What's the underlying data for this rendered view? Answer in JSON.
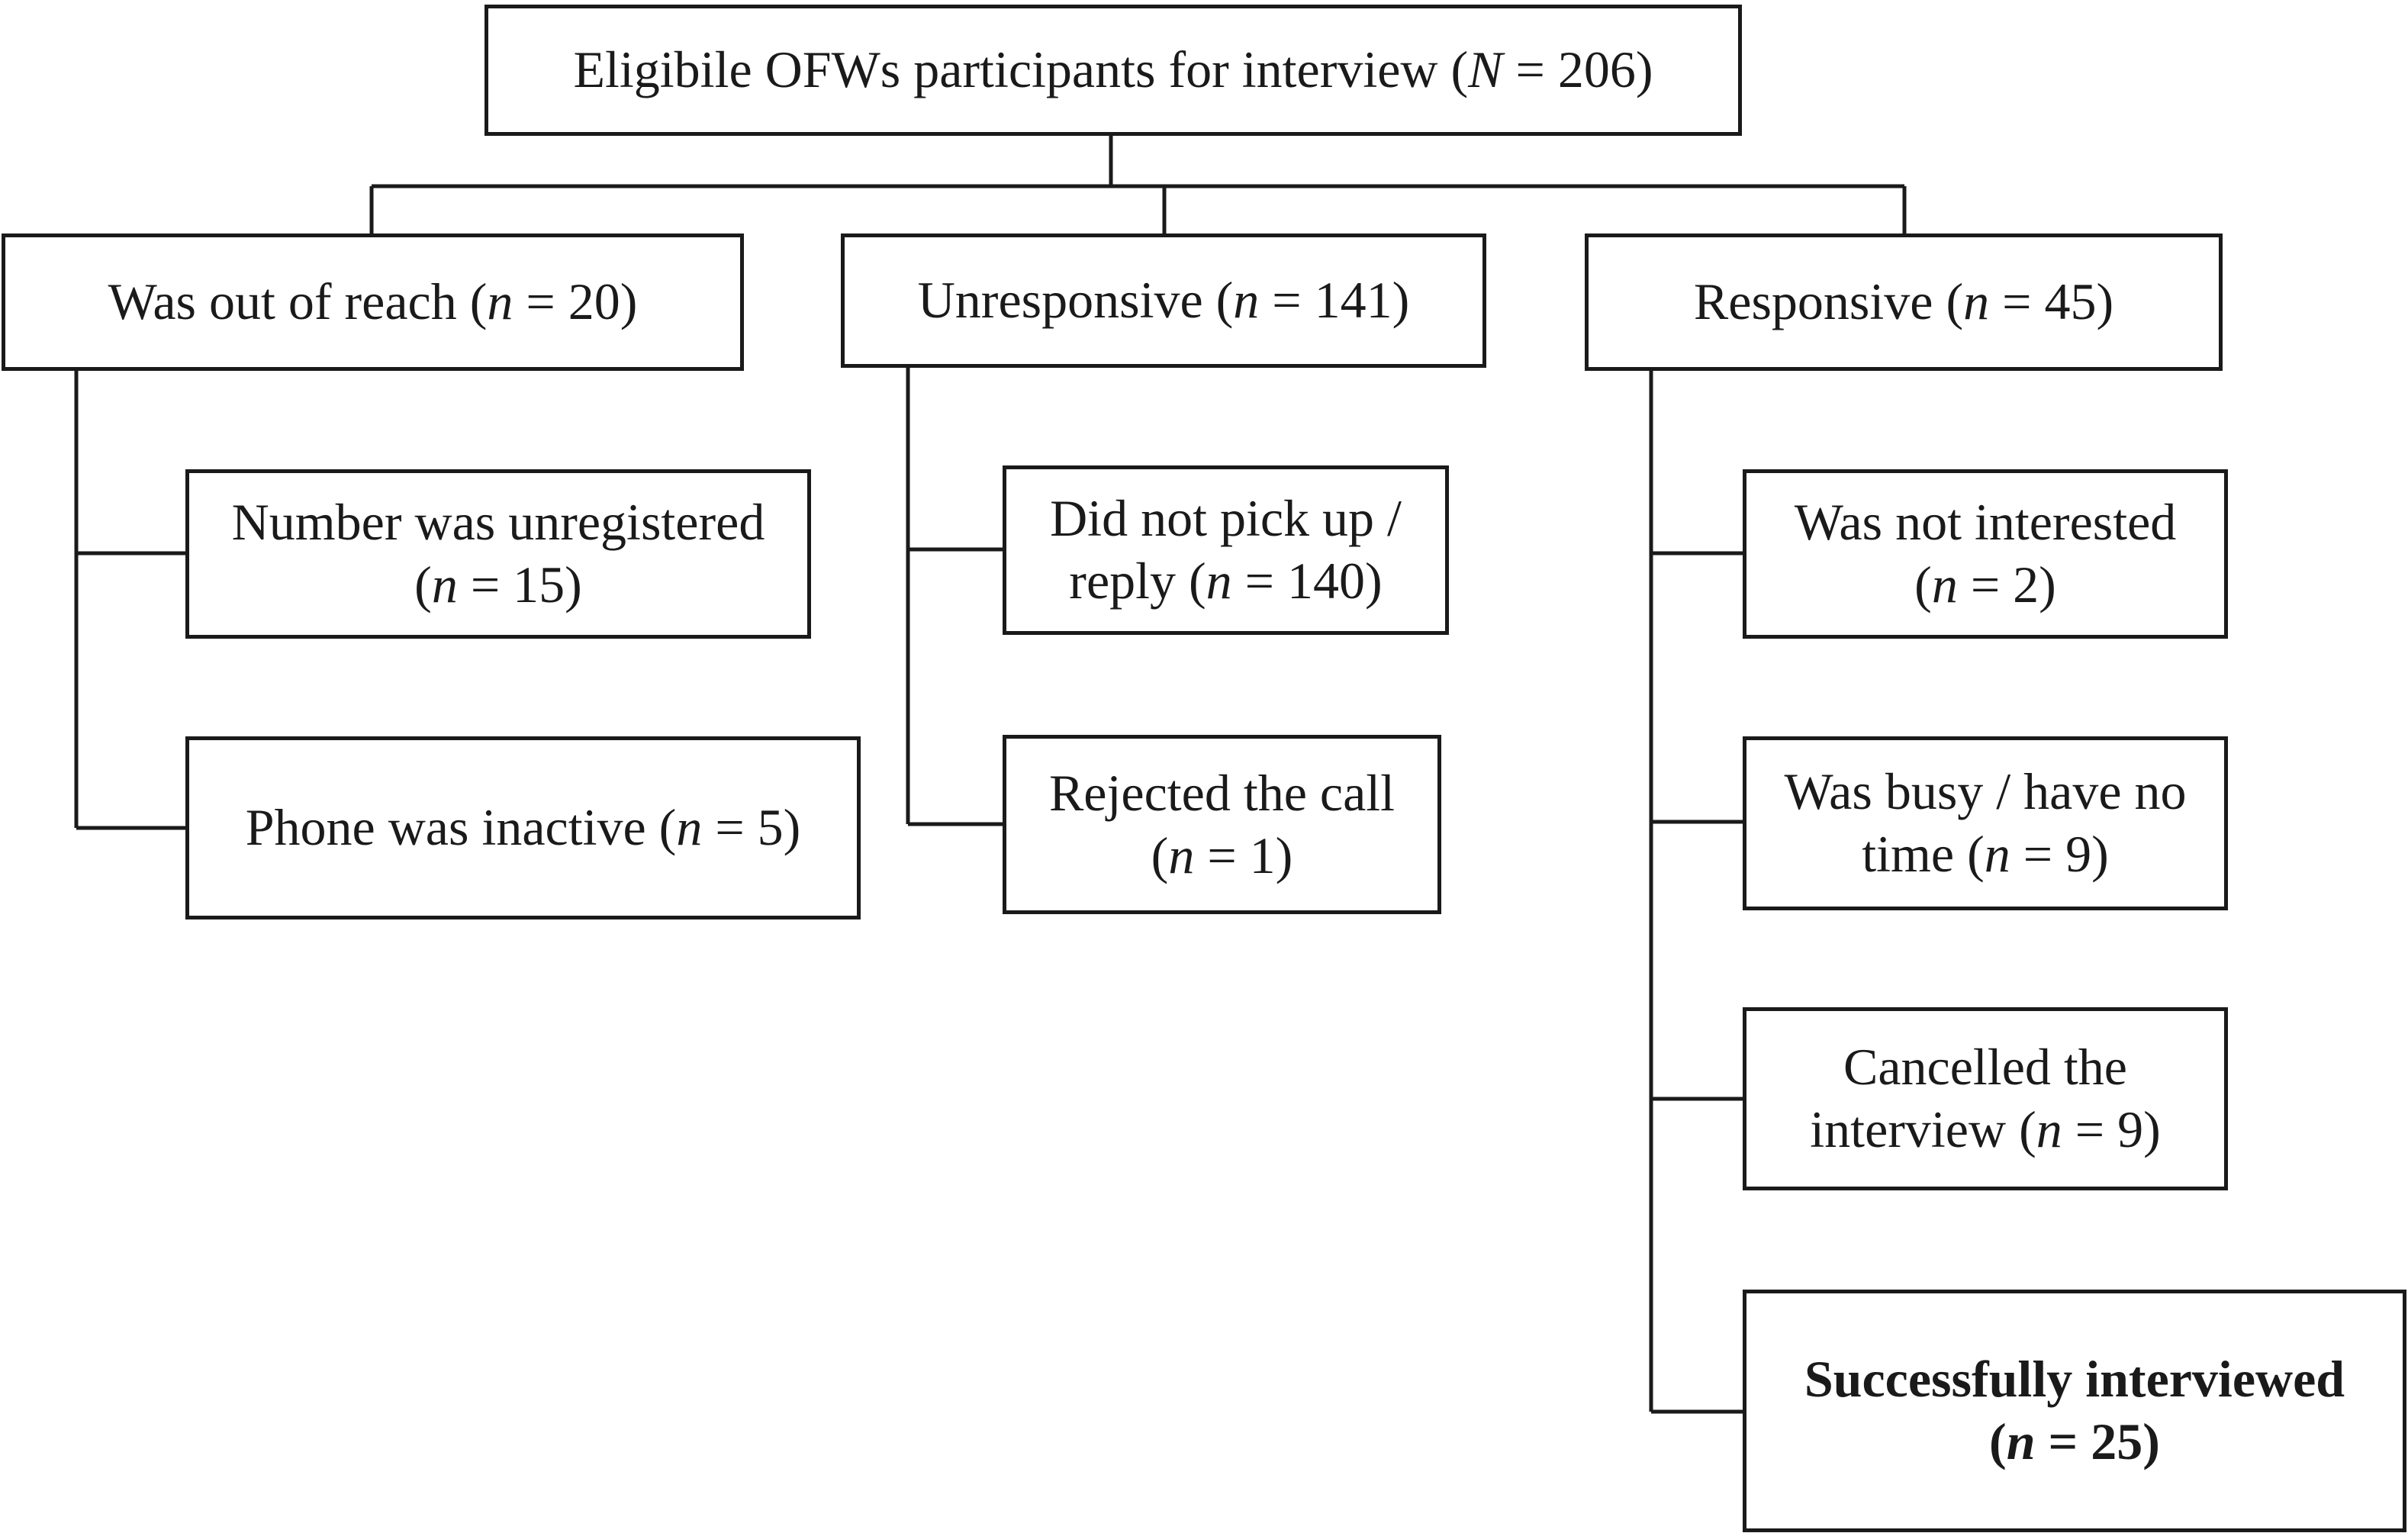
{
  "nodes": {
    "root": {
      "l1": "Eligibile OFWs participants for interview (",
      "v": "N",
      "l2": " = 206)"
    },
    "out_of_reach": {
      "l1": "Was out of reach (",
      "v": "n",
      "l2": " = 20)"
    },
    "unresponsive": {
      "l1": "Unresponsive (",
      "v": "n",
      "l2": " = 141)"
    },
    "responsive": {
      "l1": "Responsive (",
      "v": "n",
      "l2": " = 45)"
    },
    "unregistered": {
      "a": "Number was unregistered",
      "b1": "(",
      "v": "n",
      "b2": " = 15)"
    },
    "inactive": {
      "l1": "Phone was inactive (",
      "v": "n",
      "l2": " = 5)"
    },
    "no_pickup": {
      "a": "Did not pick up /",
      "b1": "reply (",
      "v": "n",
      "b2": " = 140)"
    },
    "rejected": {
      "a": "Rejected the call",
      "b1": "(",
      "v": "n",
      "b2": " = 1)"
    },
    "not_interested": {
      "a": "Was not interested",
      "b1": "(",
      "v": "n",
      "b2": " = 2)"
    },
    "busy": {
      "a": "Was busy / have no",
      "b1": "time (",
      "v": "n",
      "b2": " = 9)"
    },
    "cancelled": {
      "a": "Cancelled the",
      "b1": "interview (",
      "v": "n",
      "b2": " = 9)"
    },
    "success": {
      "a": "Successfully interviewed",
      "b1": "(",
      "v": "n",
      "b2": " = 25)"
    }
  }
}
